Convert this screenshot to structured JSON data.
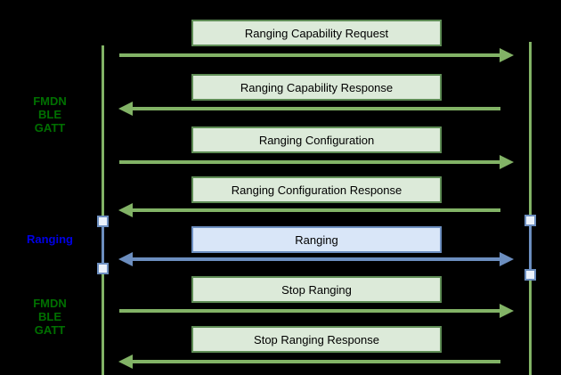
{
  "colors": {
    "background": "#000000",
    "box_green_fill": "#dcead9",
    "box_green_border": "#5e8c55",
    "box_blue_fill": "#d9e6f8",
    "box_blue_border": "#6c8ebf",
    "arrow_green": "#82b366",
    "arrow_blue": "#6c8ebf",
    "lifeline_green": "#82b366",
    "lifeline_blue": "#6c8ebf",
    "activation_fill": "#eaf1fb",
    "activation_border": "#6c8ebf",
    "label_green": "#007000",
    "label_blue": "#0000e6",
    "box_text": "#000000"
  },
  "diagram": {
    "phase_labels": {
      "top": {
        "lines": [
          "FMDN",
          "BLE",
          "GATT"
        ]
      },
      "middle": {
        "text": "Ranging"
      },
      "bottom": {
        "lines": [
          "FMDN",
          "BLE",
          "GATT"
        ]
      }
    },
    "messages": [
      {
        "label": "Ranging Capability Request",
        "direction": "right",
        "color": "green"
      },
      {
        "label": "Ranging Capability Response",
        "direction": "left",
        "color": "green"
      },
      {
        "label": "Ranging Configuration",
        "direction": "right",
        "color": "green"
      },
      {
        "label": "Ranging Configuration Response",
        "direction": "left",
        "color": "green"
      },
      {
        "label": "Ranging",
        "direction": "bidirectional",
        "color": "blue"
      },
      {
        "label": "Stop Ranging",
        "direction": "right",
        "color": "green"
      },
      {
        "label": "Stop Ranging Response",
        "direction": "left",
        "color": "green"
      }
    ]
  }
}
